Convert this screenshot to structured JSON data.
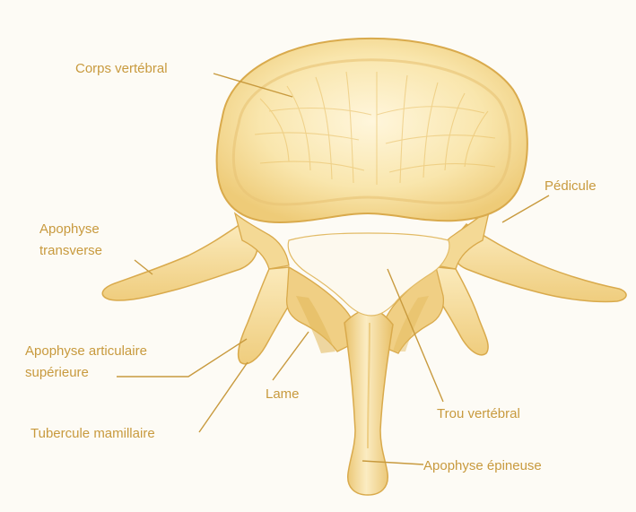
{
  "labels": {
    "corps_vertebral": "Corps vertébral",
    "pedicule": "Pédicule",
    "apophyse_transverse_1": "Apophyse",
    "apophyse_transverse_2": "transverse",
    "apophyse_articulaire_1": "Apophyse articulaire",
    "apophyse_articulaire_2": "supérieure",
    "lame": "Lame",
    "trou_vertebral": "Trou  vertébral",
    "tubercule_mamillaire": "Tubercule mamillaire",
    "apophyse_epineuse": "Apophyse épineuse"
  },
  "colors": {
    "bone_fill": "#f8e3a4",
    "bone_light": "#fdf2cc",
    "bone_shadow": "#e3bd62",
    "bone_outline": "#d9aa4c",
    "label_text": "#c89a3e"
  }
}
